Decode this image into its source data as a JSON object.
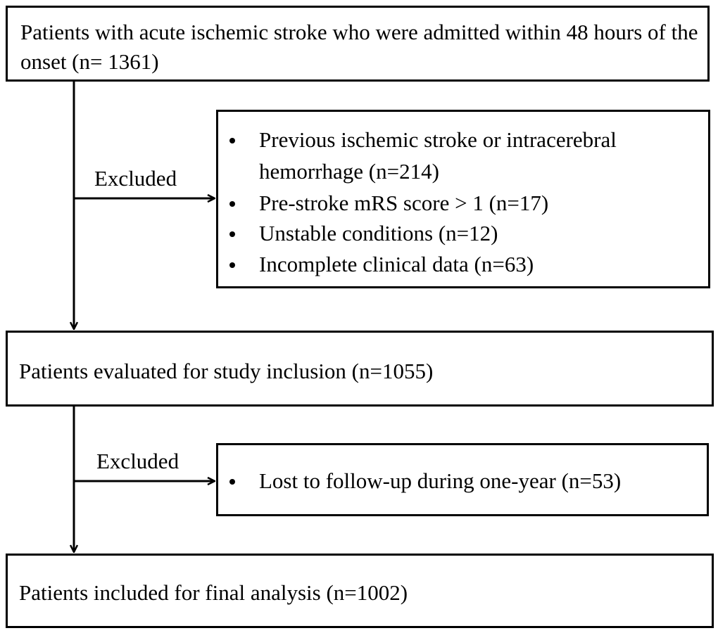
{
  "start_box": {
    "text": "Patients with acute ischemic stroke who were admitted within 48 hours of the onset (n= 1361)"
  },
  "exclusion_1": {
    "label": "Excluded",
    "items": [
      "Previous ischemic stroke or intracerebral",
      "hemorrhage (n=214)",
      "Pre-stroke mRS score > 1 (n=17)",
      "Unstable conditions  (n=12)",
      "Incomplete clinical data (n=63)"
    ]
  },
  "evaluated_box": {
    "text": "Patients evaluated for study inclusion (n=1055)"
  },
  "exclusion_2": {
    "label": "Excluded",
    "items": [
      "Lost to follow-up during one-year (n=53)"
    ]
  },
  "final_box": {
    "text": "Patients included for final analysis (n=1002)"
  }
}
